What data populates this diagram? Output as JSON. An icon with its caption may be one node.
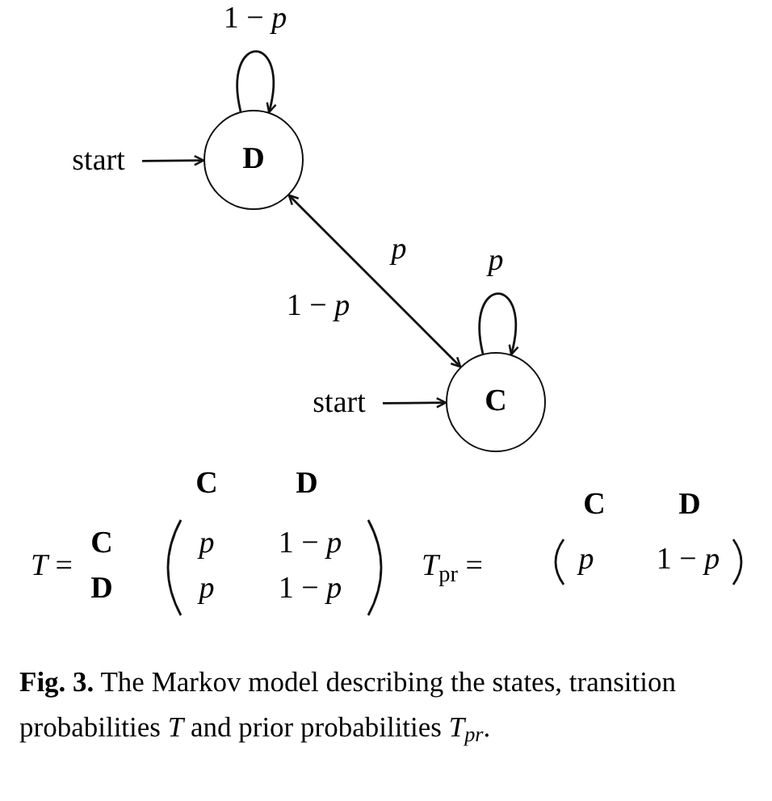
{
  "diagram": {
    "caption": "**Fig. 3.** The Markov model describing the states, transition probabilities *T* and prior probabilities *T*$_{pr}$.",
    "nodes": [
      {
        "text": [
          "start"
        ]
      },
      {
        "text": [
          "D"
        ]
      },
      {
        "text": [
          "start"
        ]
      },
      {
        "text": [
          "C"
        ]
      }
    ],
    "edges": [
      {
        "from": 0,
        "to": 1,
        "arrow": "to"
      },
      {
        "from": 1,
        "to": 1,
        "arrow": "to",
        "label": "1 − *p*"
      },
      {
        "from": 1,
        "to": 3,
        "arrow": "both",
        "label": "*p*"
      },
      {
        "from": 3,
        "to": 3,
        "arrow": "to",
        "label": "*p*"
      },
      {
        "from": 2,
        "to": 3,
        "arrow": "to"
      }
    ],
    "labels": [
      "1 − *p*",
      "C",
      "D",
      "*T* =",
      "C",
      "D",
      "*p*",
      "1 − *p*",
      "*p*",
      "1 − *p*",
      "*T*$_{pr}$ =",
      "C",
      "D",
      "*p*",
      "1 − *p*"
    ]
  }
}
